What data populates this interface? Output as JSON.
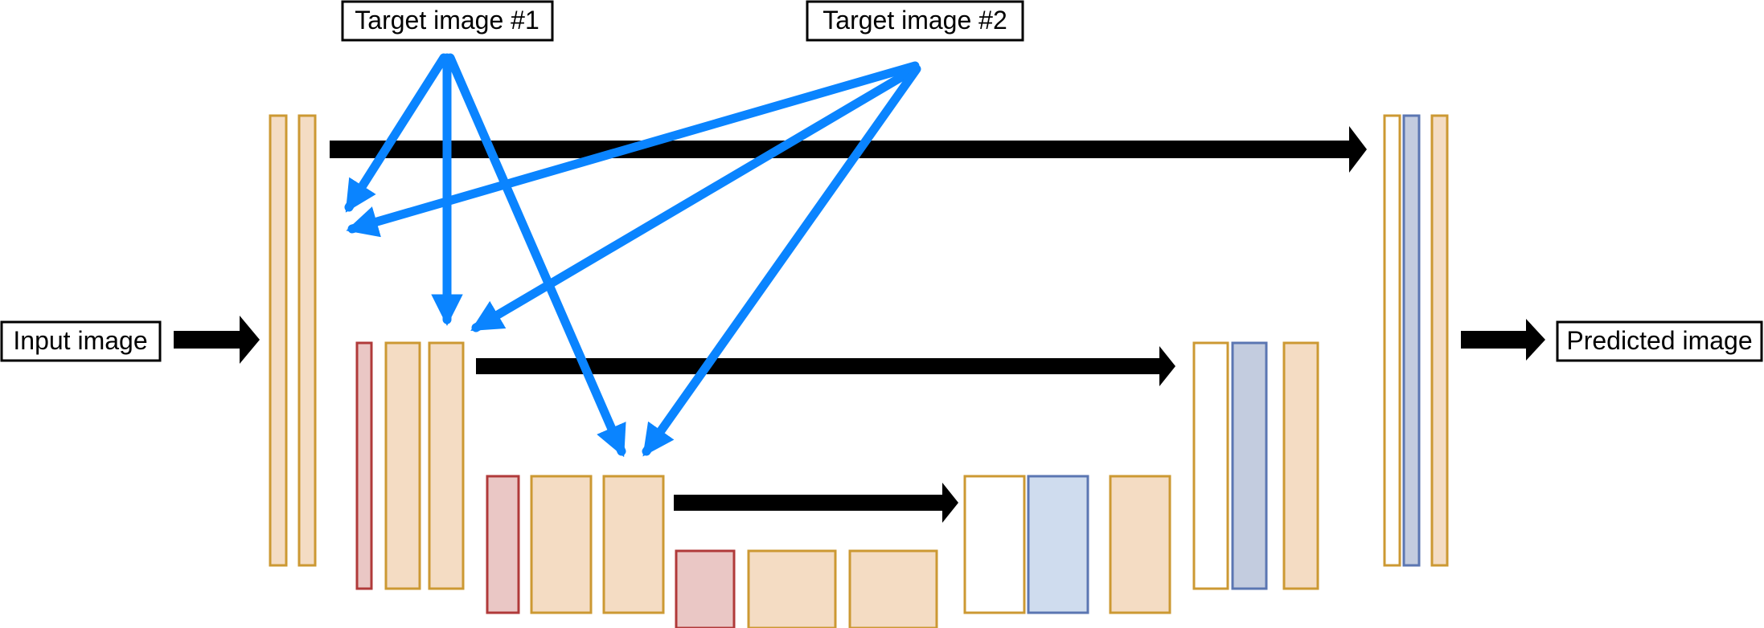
{
  "labels": {
    "target1": "Target image #1",
    "target2": "Target image #2",
    "input": "Input image",
    "predicted": "Predicted image"
  },
  "colors": {
    "orange_border": "#cc9933",
    "orange_fill": "#f4dcc3",
    "red_border": "#b03a3a",
    "red_fill": "#eac7c5",
    "blue_border": "#5b76b2",
    "blue_fill_deep": "#c3ccdf",
    "blue_fill_mid": "#cfdcee",
    "white_fill": "#ffffff",
    "arrow_blue": "#0a84ff",
    "arrow_black": "#000000"
  }
}
